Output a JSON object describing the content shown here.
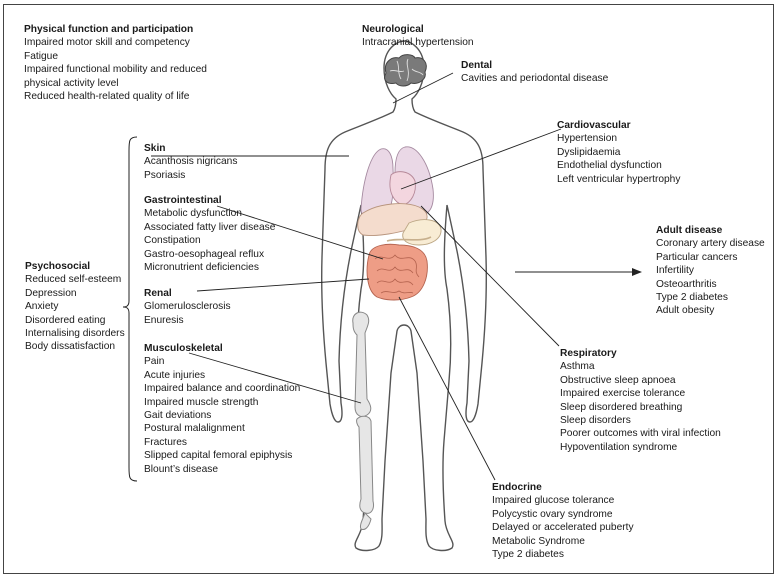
{
  "colors": {
    "outline": "#555555",
    "lungs": "#ead8e6",
    "heart": "#f3d6df",
    "liver": "#f4dccd",
    "stomach": "#f8ecd4",
    "intestine": "#ee9d86",
    "bone": "#e6e6e6",
    "brain": "#7a7a7a"
  },
  "groups": [
    {
      "id": "physical",
      "title": "Physical function and participation",
      "items": [
        "Impaired motor skill and competency",
        "Fatigue",
        "Impaired functional mobility and reduced physical activity level",
        "Reduced health-related quality of life"
      ]
    },
    {
      "id": "neurological",
      "title": "Neurological",
      "items": [
        "Intracranial hypertension"
      ]
    },
    {
      "id": "dental",
      "title": "Dental",
      "items": [
        "Cavities and periodontal disease"
      ]
    },
    {
      "id": "skin",
      "title": "Skin",
      "items": [
        "Acanthosis nigricans",
        "Psoriasis"
      ]
    },
    {
      "id": "cardiovascular",
      "title": "Cardiovascular",
      "items": [
        "Hypertension",
        "Dyslipidaemia",
        "Endothelial dysfunction",
        "Left ventricular hypertrophy"
      ]
    },
    {
      "id": "gastrointestinal",
      "title": "Gastrointestinal",
      "items": [
        "Metabolic dysfunction",
        "Associated fatty liver disease",
        "Constipation",
        "Gastro-oesophageal reflux",
        "Micronutrient deficiencies"
      ]
    },
    {
      "id": "adult",
      "title": "Adult disease",
      "items": [
        "Coronary artery disease",
        "Particular cancers",
        "Infertility",
        "Osteoarthritis",
        "Type 2 diabetes",
        "Adult obesity"
      ]
    },
    {
      "id": "psychosocial",
      "title": "Psychosocial",
      "items": [
        "Reduced self-esteem",
        "Depression",
        "Anxiety",
        "Disordered eating",
        "Internalising disorders",
        "Body dissatisfaction"
      ]
    },
    {
      "id": "renal",
      "title": "Renal",
      "items": [
        "Glomerulosclerosis",
        "Enuresis"
      ]
    },
    {
      "id": "respiratory",
      "title": "Respiratory",
      "items": [
        "Asthma",
        "Obstructive sleep apnoea",
        "Impaired exercise tolerance",
        "Sleep disordered breathing",
        "Sleep disorders",
        "Poorer outcomes with viral infection",
        "Hypoventilation syndrome"
      ]
    },
    {
      "id": "musculoskeletal",
      "title": "Musculoskeletal",
      "items": [
        "Pain",
        "Acute injuries",
        "Impaired balance and coordination",
        "Impaired muscle strength",
        "Gait deviations",
        "Postural malalignment",
        "Fractures",
        "Slipped capital femoral epiphysis",
        "Blount’s disease"
      ]
    },
    {
      "id": "endocrine",
      "title": "Endocrine",
      "items": [
        "Impaired glucose tolerance",
        "Polycystic ovary syndrome",
        "Delayed or accelerated puberty",
        "Metabolic Syndrome",
        "Type 2 diabetes"
      ]
    }
  ]
}
